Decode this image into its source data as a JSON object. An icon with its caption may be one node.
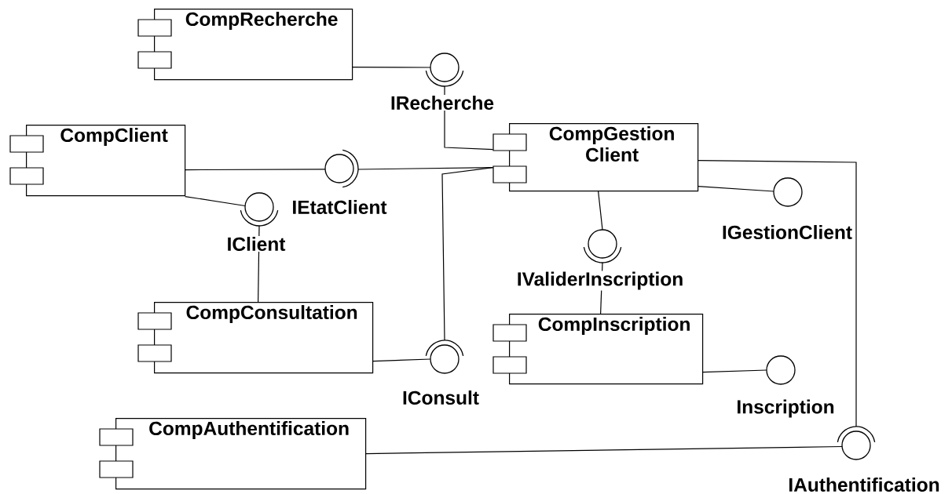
{
  "diagram": {
    "nodes": [
      {
        "text": [
          "CompRecherche"
        ]
      },
      {
        "text": [],
        "shape": "circle",
        "beside": [
          "IRecherche"
        ]
      },
      {
        "text": [
          "CompClient"
        ]
      },
      {
        "text": [
          "CompGestion Client"
        ]
      },
      {
        "text": [],
        "shape": "circle",
        "beside": [
          "IEtatClient"
        ]
      },
      {
        "text": [],
        "shape": "circle",
        "beside": [
          "IGestionClient"
        ]
      },
      {
        "text": [],
        "shape": "circle",
        "beside": [
          "IClient"
        ]
      },
      {
        "text": [],
        "shape": "circle",
        "beside": [
          "IValiderInscription"
        ]
      },
      {
        "text": [
          "CompConsultation"
        ]
      },
      {
        "text": [
          "CompInscription"
        ]
      },
      {
        "text": [],
        "shape": "circle",
        "beside": [
          "IConsult"
        ]
      },
      {
        "text": [],
        "shape": "circle",
        "beside": [
          "Inscription"
        ]
      },
      {
        "text": [
          "CompAuthentification"
        ]
      },
      {
        "text": [],
        "shape": "circle",
        "beside": [
          "IAuthentification"
        ]
      }
    ],
    "edges": [
      {
        "from": 0,
        "to": 1,
        "arrow": "none"
      },
      {
        "from": 3,
        "to": 1,
        "arrow": "none"
      },
      {
        "from": 2,
        "to": 4,
        "arrow": "none"
      },
      {
        "from": 3,
        "to": 4,
        "arrow": "none"
      },
      {
        "from": 2,
        "to": 6,
        "arrow": "none"
      },
      {
        "from": 8,
        "to": 6,
        "arrow": "none"
      },
      {
        "from": 3,
        "to": 5,
        "arrow": "none"
      },
      {
        "from": 3,
        "to": 7,
        "arrow": "none"
      },
      {
        "from": 9,
        "to": 7,
        "arrow": "none"
      },
      {
        "from": 8,
        "to": 10,
        "arrow": "none"
      },
      {
        "from": 3,
        "to": 10,
        "arrow": "none"
      },
      {
        "from": 9,
        "to": 11,
        "arrow": "none"
      },
      {
        "from": 12,
        "to": 13,
        "arrow": "none"
      },
      {
        "from": 3,
        "to": 13,
        "arrow": "none"
      }
    ]
  }
}
